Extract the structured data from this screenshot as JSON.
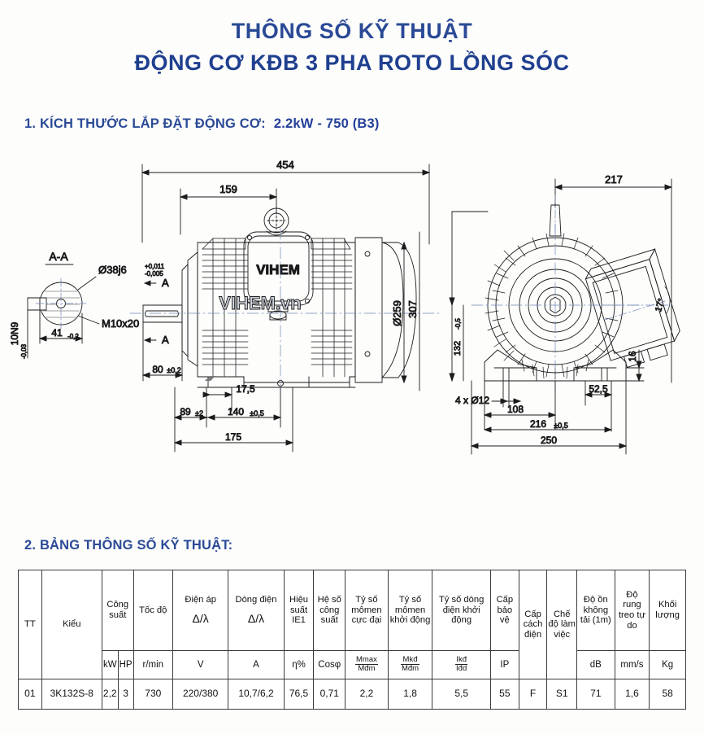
{
  "document": {
    "title_line1": "THÔNG SỐ KỸ THUẬT",
    "title_line2": "ĐỘNG CƠ KĐB 3 PHA ROTO LỒNG SÓC",
    "accent_color": "#2a4a96",
    "background_color": "#fdfdfc"
  },
  "section1": {
    "heading": "1. KÍCH THƯỚC LẮP ĐẶT ĐỘNG CƠ:",
    "value": "2.2kW - 750 (B3)"
  },
  "section2": {
    "heading": "2. BẢNG THÔNG SỐ KỸ THUẬT:"
  },
  "drawing": {
    "brand_plate": "VIHEM",
    "watermark": "VIHEM.vn",
    "section_label": "A-A",
    "arrow_label_top": "A",
    "arrow_label_bottom": "A",
    "left_view": {
      "dim_454": "454",
      "dim_159": "159",
      "dim_shaft_dia": "Ø38j6",
      "shaft_tol_upper": "+0,011",
      "shaft_tol_lower": "-0,005",
      "thread": "M10x20",
      "key_width": "10N9",
      "key_width_tol": "-0,03",
      "dim_41": "41",
      "dim_41_tol": "-0,2",
      "dim_80": "80",
      "dim_80_tol": "±0,2",
      "dim_17_5": "17,5",
      "dim_89": "89",
      "dim_89_tol": "±2",
      "dim_140": "140",
      "dim_140_tol": "±0,5",
      "dim_175": "175",
      "dim_259": "Ø259",
      "dim_307": "307"
    },
    "right_view": {
      "dim_217": "217",
      "dim_angle": "17°",
      "dim_132": "132",
      "dim_132_tol": "-0,5",
      "dim_holes": "4 x Ø12",
      "dim_108": "108",
      "dim_52_5": "52,5",
      "dim_16": "16",
      "dim_216": "216",
      "dim_216_tol": "±0,5",
      "dim_250": "250"
    }
  },
  "table": {
    "headers": [
      {
        "label": "TT",
        "unit": "",
        "sym": ""
      },
      {
        "label": "Kiểu",
        "unit": "",
        "sym": ""
      },
      {
        "label": "Công suất",
        "unit": "kW",
        "sym": ""
      },
      {
        "label": "",
        "unit": "HP",
        "sym": ""
      },
      {
        "label": "Tốc độ",
        "unit": "r/min",
        "sym": ""
      },
      {
        "label": "Điện áp",
        "unit": "V",
        "sym": "Δ/λ"
      },
      {
        "label": "Dòng điện",
        "unit": "A",
        "sym": "Δ/λ"
      },
      {
        "label": "Hiệu suất IE1",
        "unit": "η%",
        "sym": ""
      },
      {
        "label": "Hệ số công suất",
        "unit": "Cosφ",
        "sym": ""
      },
      {
        "label": "Tỷ số mômen cực đại",
        "unit": "Mmax/Mđm",
        "sym": ""
      },
      {
        "label": "Tỷ số mômen khởi động",
        "unit": "Mkđ/Mđm",
        "sym": ""
      },
      {
        "label": "Tỷ số dòng điện khởi động",
        "unit": "Ikđ/Iđd",
        "sym": ""
      },
      {
        "label": "Cấp bảo vệ",
        "unit": "IP",
        "sym": ""
      },
      {
        "label": "Cấp cách điện",
        "unit": "",
        "sym": ""
      },
      {
        "label": "Chế độ làm việc",
        "unit": "",
        "sym": ""
      },
      {
        "label": "Độ ồn không tải (1m)",
        "unit": "dB",
        "sym": ""
      },
      {
        "label": "Độ rung treo tự do",
        "unit": "mm/s",
        "sym": ""
      },
      {
        "label": "Khối lượng",
        "unit": "Kg",
        "sym": ""
      }
    ],
    "col_labels": {
      "tt": "TT",
      "kieu": "Kiểu",
      "cong_suat": "Công suất",
      "toc_do": "Tốc độ",
      "dien_ap": "Điện áp",
      "dong_dien": "Dòng điện",
      "hieu_suat": "Hiệu suất IE1",
      "he_so_cong_suat": "Hệ số công suất",
      "ty_so_momen_cuc_dai": "Tỷ số mômen cực đại",
      "ty_so_momen_khoi_dong": "Tỷ số mômen khởi động",
      "ty_so_dong_dien_khoi_dong": "Tỷ số dòng điện khởi động",
      "cap_bao_ve": "Cấp bảo vệ",
      "cap_cach_dien": "Cấp cách điện",
      "che_do_lam_viec": "Chế độ làm việc",
      "do_on": "Độ ồn không tải (1m)",
      "do_rung": "Độ rung treo tự do",
      "khoi_luong": "Khối lượng"
    },
    "units": {
      "kw": "kW",
      "hp": "HP",
      "rmin": "r/min",
      "v": "V",
      "a": "A",
      "eta": "η%",
      "cos": "Cosφ",
      "mmax_num": "Mmax",
      "mmax_den": "Mđm",
      "mkd_num": "Mkđ",
      "mkd_den": "Mđm",
      "ikd_num": "Ikđ",
      "ikd_den": "Iđd",
      "ip": "IP",
      "db": "dB",
      "mms": "mm/s",
      "kg": "Kg",
      "delta_lambda": "Δ/λ"
    },
    "rows": [
      {
        "tt": "01",
        "kieu": "3K132S-8",
        "kw": "2,2",
        "hp": "3",
        "rmin": "730",
        "v": "220/380",
        "a": "10,7/6,2",
        "eta": "76,5",
        "cos": "0,71",
        "mmax": "2,2",
        "mkd": "1,8",
        "ikd": "5,5",
        "ip": "55",
        "insul": "F",
        "duty": "S1",
        "noise": "71",
        "vib": "1,6",
        "weight": "58"
      }
    ]
  }
}
